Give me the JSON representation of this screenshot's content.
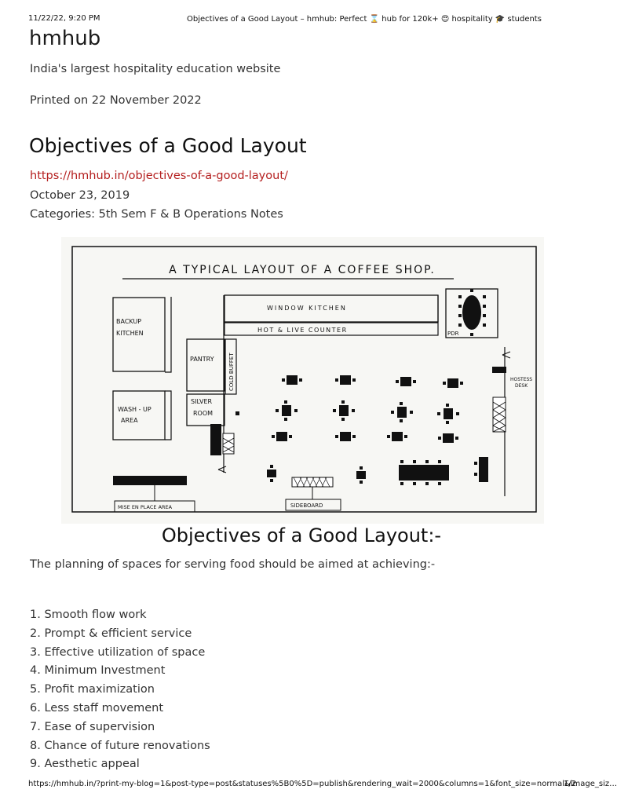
{
  "print_header": {
    "datetime": "11/22/22, 9:20 PM",
    "page_title": "Objectives of a Good Layout – hmhub: Perfect ⌛ hub for 120k+ 😍 hospitality 🎓 students"
  },
  "site": {
    "title": "hmhub",
    "tagline": "India's largest hospitality education website",
    "printed_on": "Printed on 22 November 2022"
  },
  "post": {
    "title": "Objectives of a Good Layout",
    "url": "https://hmhub.in/objectives-of-a-good-layout/",
    "date": "October 23, 2019",
    "categories": "Categories: 5th Sem F & B Operations Notes"
  },
  "figure": {
    "caption": "A TYPICAL LAYOUT OF A COFFEE SHOP.",
    "labels": {
      "backup_kitchen_1": "BACKUP",
      "backup_kitchen_2": "KITCHEN",
      "wash_up_1": "WASH - UP",
      "wash_up_2": "AREA",
      "pantry": "PANTRY",
      "silver_room_1": "SILVER",
      "silver_room_2": "ROOM",
      "cold_buffet": "COLD BUFFET",
      "window_kitchen": "WINDOW KITCHEN",
      "hot_live_counter": "HOT & LIVE COUNTER",
      "pdr": "PDR",
      "hostess_desk_1": "HOSTESS",
      "hostess_desk_2": "DESK",
      "mise_en_place": "MISE EN PLACE AREA",
      "sideboard": "SIDEBOARD"
    }
  },
  "section": {
    "title": "Objectives of a Good Layout:-",
    "intro": "The planning of spaces for serving food should be aimed at achieving:-",
    "items": [
      "1. Smooth flow work",
      "2. Prompt & efficient service",
      "3. Effective utilization of space",
      "4. Minimum Investment",
      "5. Profit maximization",
      "6. Less staff movement",
      "7. Ease of supervision",
      "8. Chance of future renovations",
      "9. Aesthetic appeal"
    ]
  },
  "print_footer": {
    "url": "https://hmhub.in/?print-my-blog=1&post-type=post&statuses%5B0%5D=publish&rendering_wait=2000&columns=1&font_size=normal&image_siz…",
    "page": "1/2"
  }
}
